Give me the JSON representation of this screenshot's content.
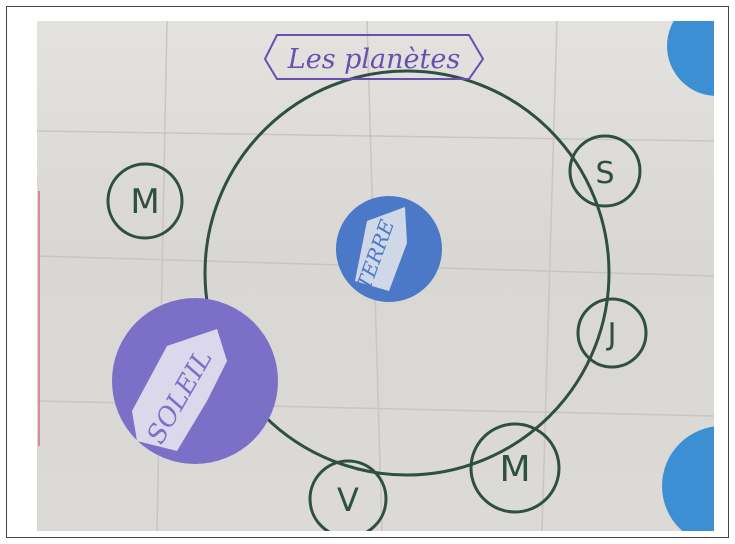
{
  "poster": {
    "title": "Les planètes",
    "sun_label": "SOLEIL",
    "earth_label": "TERRE",
    "planets": [
      {
        "letter": "M"
      },
      {
        "letter": "S"
      },
      {
        "letter": "J"
      },
      {
        "letter": "M"
      },
      {
        "letter": "V"
      }
    ]
  },
  "colors": {
    "paper": "#dcdad6",
    "sun": "#7b6fc8",
    "earth": "#4c78c8",
    "orbit": "#2f4f44",
    "title_ink": "#6a4fb0",
    "blue_corner": "#3d8fd4"
  }
}
